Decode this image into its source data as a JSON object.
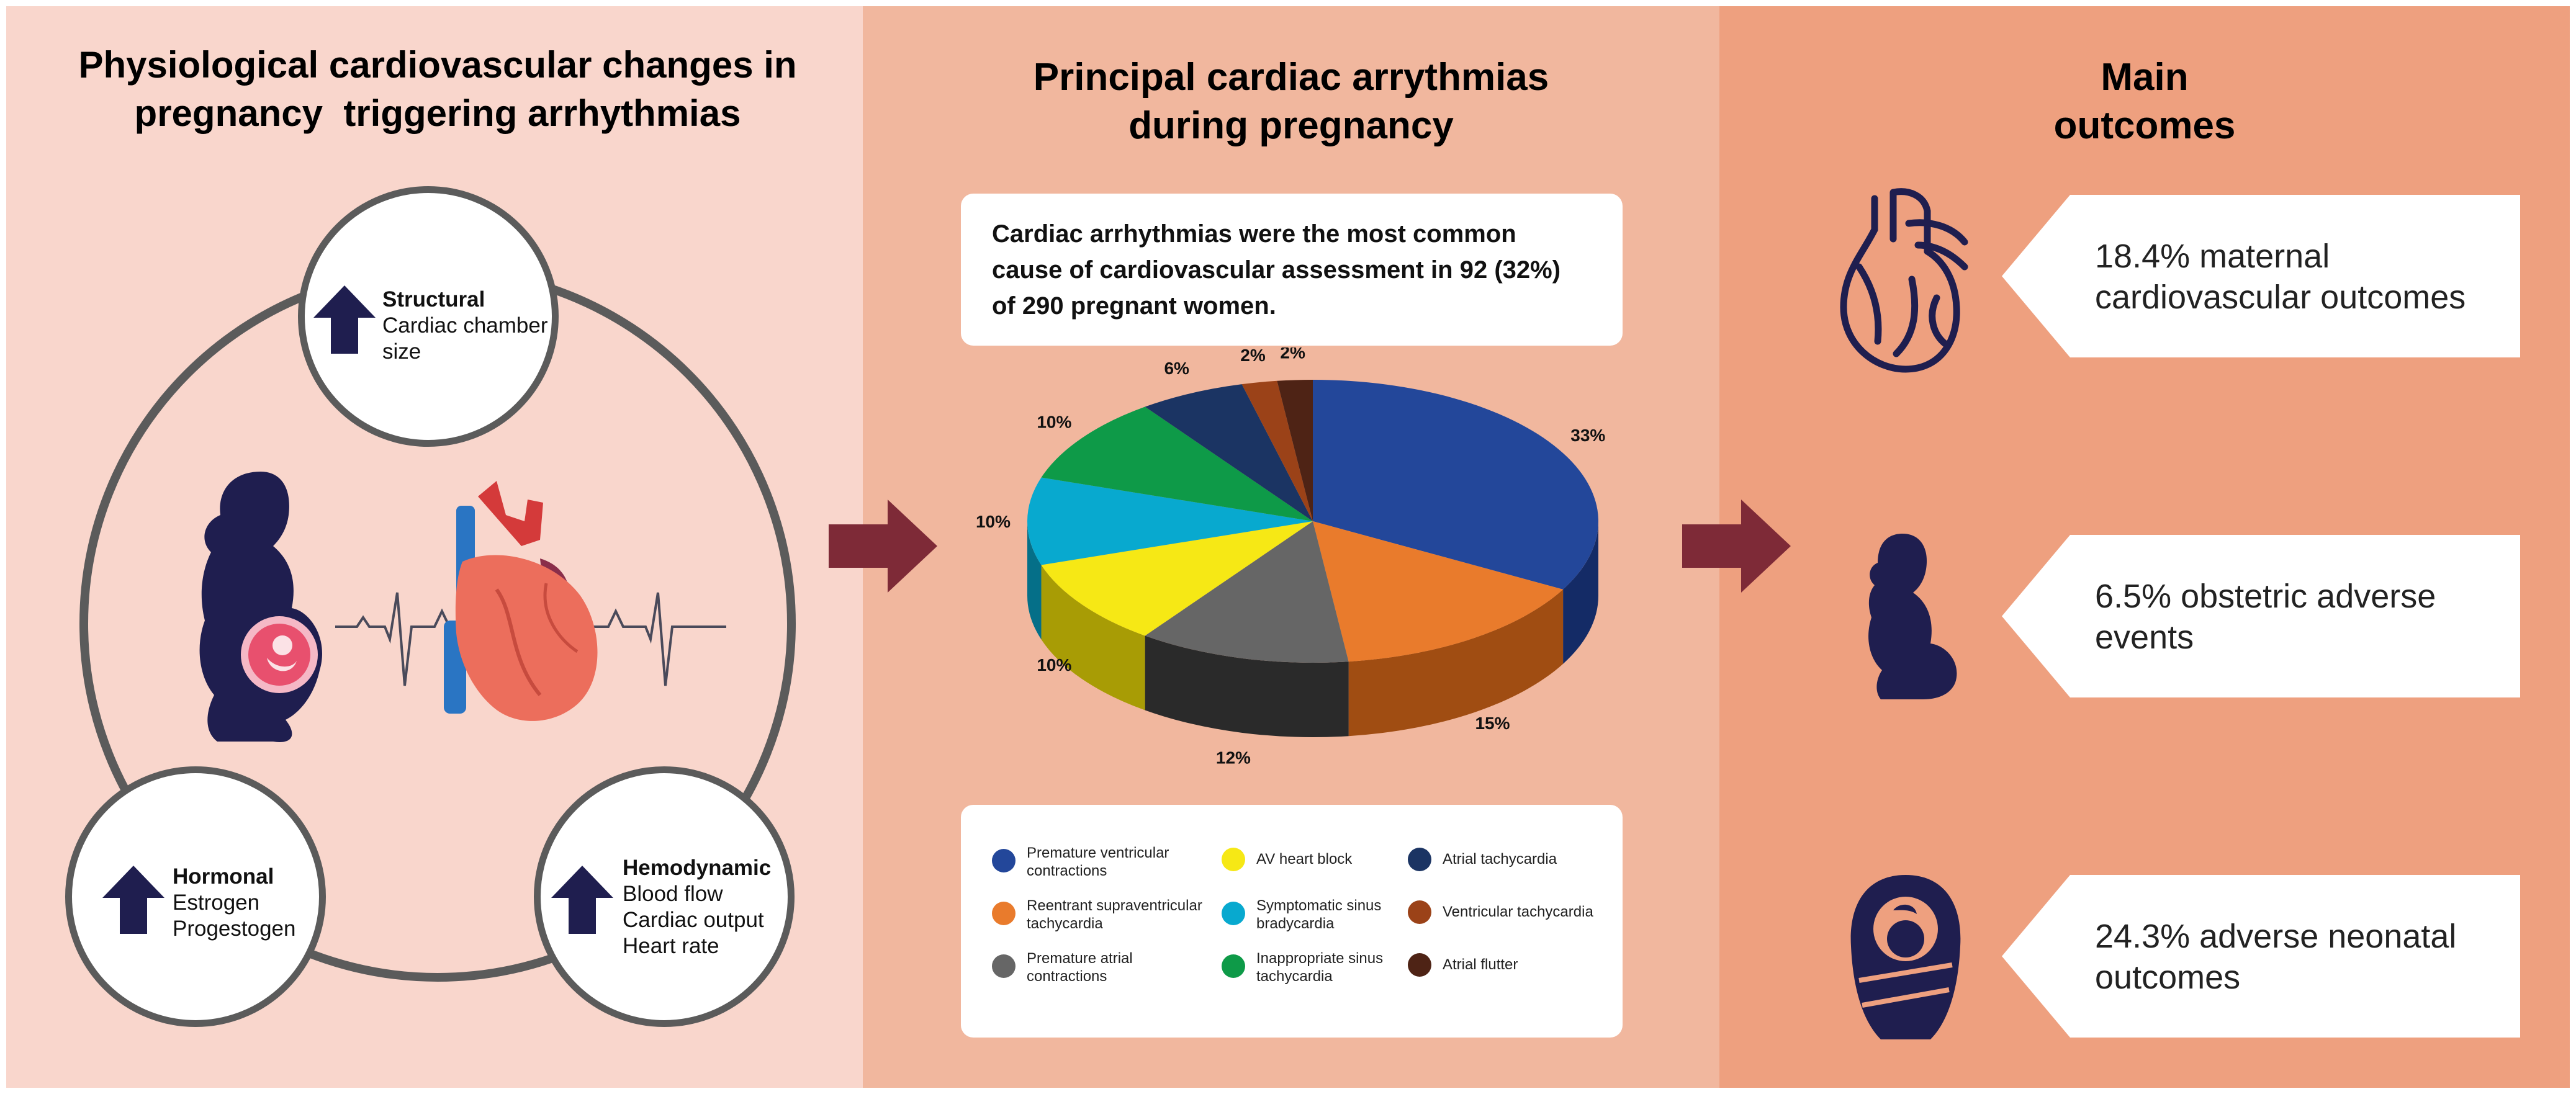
{
  "left_panel": {
    "title_lines": [
      "Physiological cardiovascular changes in",
      "pregnancy  triggering arrhythmias"
    ],
    "structural": {
      "heading": "Structural",
      "lines": [
        "Cardiac chamber",
        "size"
      ]
    },
    "hormonal": {
      "heading": "Hormonal",
      "lines": [
        "Estrogen",
        "Progestogen"
      ]
    },
    "hemodynamic": {
      "heading": "Hemodynamic",
      "lines": [
        "Blood flow",
        "Cardiac output",
        "Heart rate"
      ]
    }
  },
  "middle_panel": {
    "title_lines": [
      "Principal cardiac arrythmias",
      "during pregnancy"
    ],
    "stat_lines": [
      "Cardiac arrhythmias were the most common",
      "cause of cardiovascular assessment in 92 (32%)",
      "of 290 pregnant women."
    ]
  },
  "chart_data": {
    "type": "pie",
    "style": "3d",
    "slices": [
      {
        "label_lines": [
          "Premature ventricular",
          "contractions"
        ],
        "value": 33,
        "text": "33%",
        "color": "#23479a",
        "side": "#142b66"
      },
      {
        "label_lines": [
          "Reentrant supraventricular",
          "tachycardia"
        ],
        "value": 15,
        "text": "15%",
        "color": "#e97b2c",
        "side": "#a04d12"
      },
      {
        "label_lines": [
          "Premature atrial",
          "contractions"
        ],
        "value": 12,
        "text": "12%",
        "color": "#666666",
        "side": "#2a2a2a"
      },
      {
        "label_lines": [
          "AV heart block"
        ],
        "value": 10,
        "text": "10%",
        "color": "#f6e815",
        "side": "#a89c05"
      },
      {
        "label_lines": [
          "Symptomatic sinus",
          "bradycardia"
        ],
        "value": 10,
        "text": "10%",
        "color": "#08a9cf",
        "side": "#056f88"
      },
      {
        "label_lines": [
          "Inappropriate sinus",
          "tachycardia"
        ],
        "value": 10,
        "text": "10%",
        "color": "#0e9a48",
        "side": "#075c2a"
      },
      {
        "label_lines": [
          "Atrial tachycardia"
        ],
        "value": 6,
        "text": "6%",
        "color": "#1b3463",
        "side": "#0c1a35"
      },
      {
        "label_lines": [
          "Ventricular tachycardia"
        ],
        "value": 2,
        "text": "2%",
        "color": "#9b4218",
        "side": "#5e260b"
      },
      {
        "label_lines": [
          "Atrial flutter"
        ],
        "value": 2,
        "text": "2%",
        "color": "#4e2315",
        "side": "#2a110a"
      }
    ]
  },
  "right_panel": {
    "title_lines": [
      "Main",
      "outcomes"
    ],
    "outcomes": [
      {
        "lines": [
          "18.4% maternal",
          "cardiovascular outcomes"
        ],
        "icon": "heart-icon"
      },
      {
        "lines": [
          "6.5% obstetric adverse",
          "events"
        ],
        "icon": "pregnant-woman-icon"
      },
      {
        "lines": [
          "24.3% adverse neonatal",
          "outcomes"
        ],
        "icon": "swaddled-baby-icon"
      }
    ]
  },
  "colors": {
    "panel_left": "#f9d6cc",
    "panel_middle": "#f1b79e",
    "panel_right": "#eea07f",
    "arrow": "#7e2a37",
    "icon_navy": "#1f1e4f",
    "circle_ring": "#5b5b5b"
  }
}
